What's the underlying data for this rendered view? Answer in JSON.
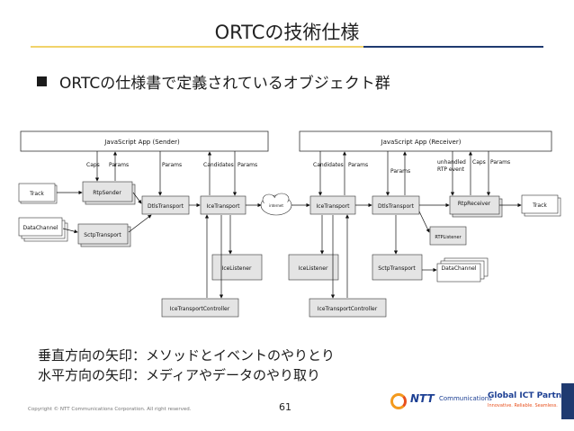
{
  "slide": {
    "title": "ORTCの技術仕様",
    "bullet": "ORTCの仕様書で定義されているオブジェクト群",
    "legend": [
      "垂直方向の矢印：メソッドとイベントのやりとり",
      "水平方向の矢印：メディアやデータのやり取り"
    ],
    "copyright": "Copyright © NTT Communications Corporation. All right reserved.",
    "page_number": "61"
  },
  "diagram": {
    "sender_app": "JavaScript App (Sender)",
    "receiver_app": "JavaScript App (Receiver)",
    "labels": {
      "caps": "Caps",
      "params": "Params",
      "candidates": "Candidates",
      "unhandled": "unhandled",
      "rtp_event": "RTP event",
      "internet": "internet"
    },
    "boxes": {
      "track_left": "Track",
      "rtp_sender": "RtpSender",
      "datachannel_left": "DataChannel",
      "sctp_left": "SctpTransport",
      "dtls_left": "DtlsTransport",
      "ice_left": "IceTransport",
      "ice_right": "IceTransport",
      "dtls_right": "DtlsTransport",
      "rtp_receiver": "RtpReceiver",
      "track_right": "Track",
      "rtp_listener": "RTPListener",
      "icelistener_left": "IceListener",
      "icelistener_right": "IceListener",
      "sctp_right": "SctpTransport",
      "datachannel_right": "DataChannel",
      "icecontroller_left": "IceTransportController",
      "icecontroller_right": "IceTransportController"
    }
  },
  "logo": {
    "ntt": "NTT",
    "ntt_sub": "Communications",
    "partner_title": "Global ICT Partner",
    "partner_sub": "Innovative. Reliable. Seamless."
  },
  "colors": {
    "title_rule_gold": "#f1d36a",
    "title_rule_navy": "#1f3a70",
    "box_fill": "#e4e4e4",
    "brand_blue": "#1c3f93",
    "brand_orange": "#e8501d"
  }
}
